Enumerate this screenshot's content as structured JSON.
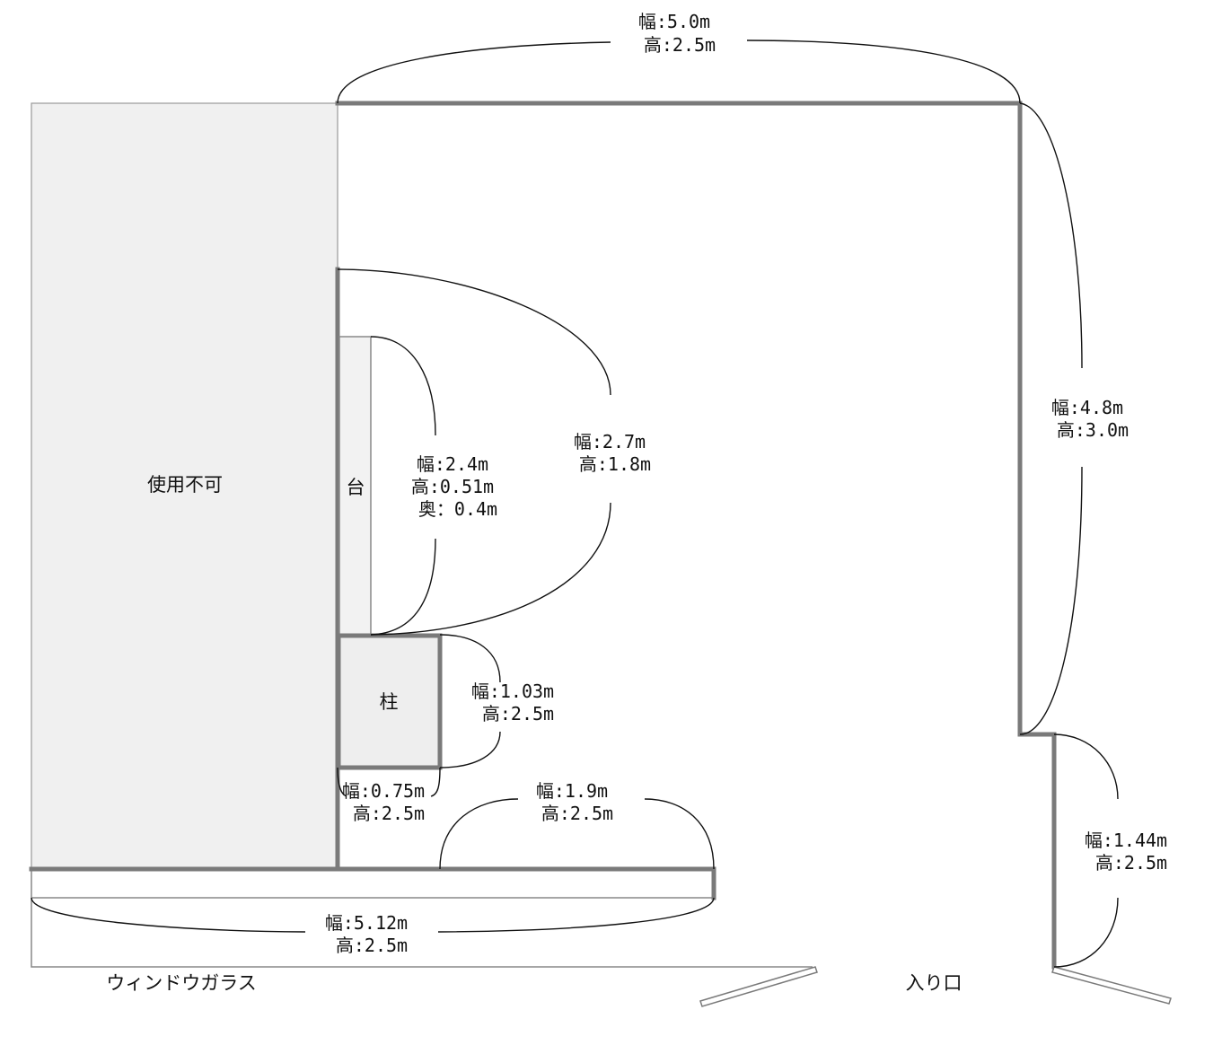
{
  "regions": {
    "unusable": "使用不可",
    "stand": "台",
    "pillar": "柱",
    "window": "ウィンドウガラス",
    "entrance": "入り口"
  },
  "dimensions": {
    "top_wall": [
      "幅:5.0m",
      "高:2.5m"
    ],
    "right_wall": [
      "幅:4.8m",
      "高:3.0m"
    ],
    "inner_wall": [
      "幅:2.7m",
      "高:1.8m"
    ],
    "stand": [
      "幅:2.4m",
      "高:0.51m",
      "奥：0.4m"
    ],
    "pillar_side": [
      "幅:1.03m",
      "高:2.5m"
    ],
    "pillar_bottom": [
      "幅:0.75m",
      "高:2.5m"
    ],
    "bottom_segment": [
      "幅:1.9m",
      "高:2.5m"
    ],
    "bottom_wall": [
      "幅:5.12m",
      "高:2.5m"
    ],
    "entrance_wall": [
      "幅:1.44m",
      "高:2.5m"
    ]
  }
}
